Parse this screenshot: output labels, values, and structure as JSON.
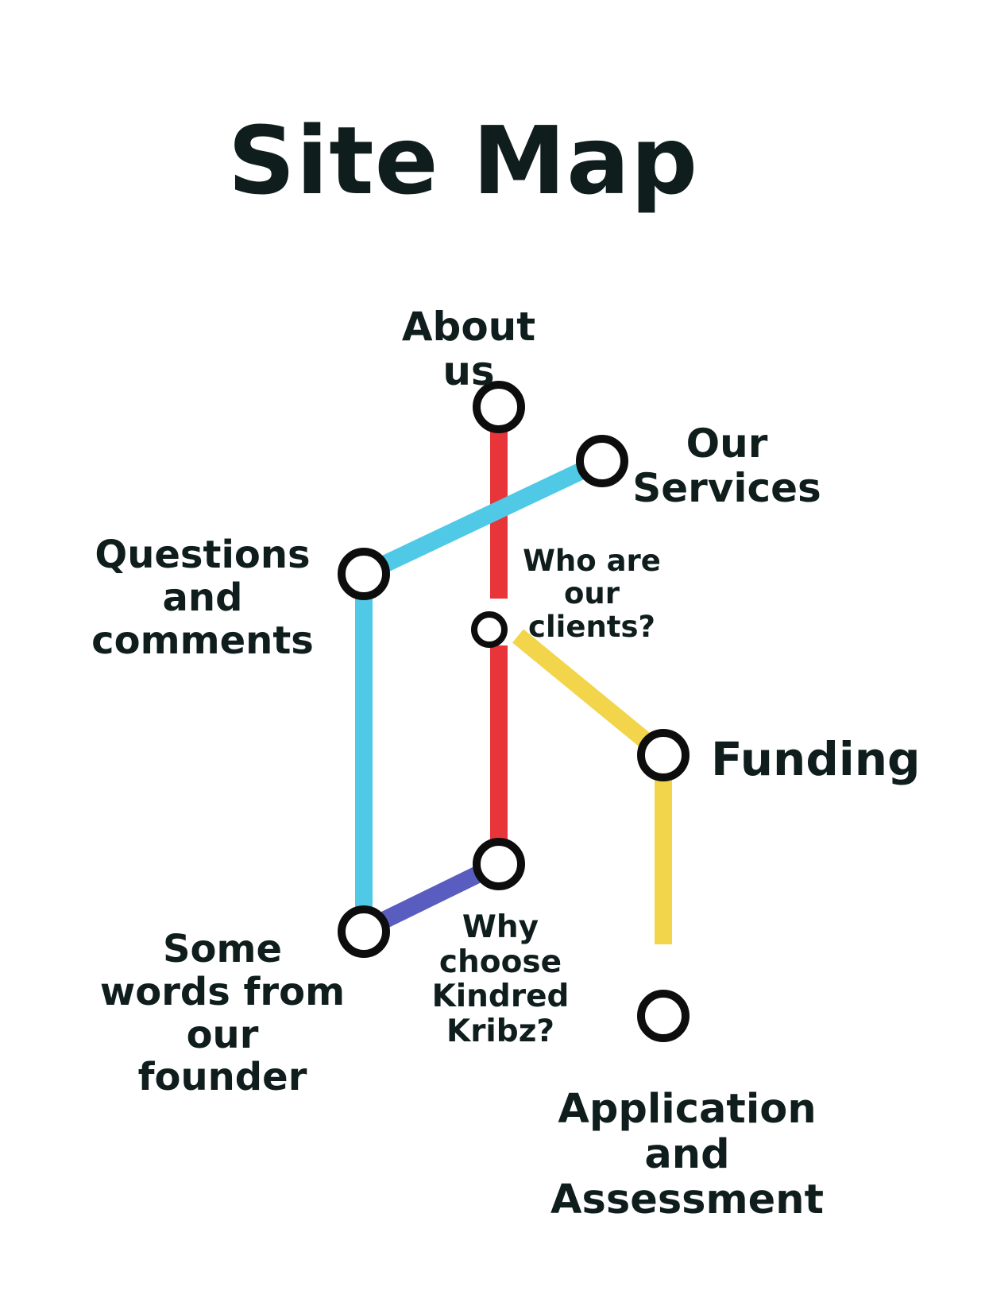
{
  "title": "Site Map",
  "nodes": {
    "about_us": "About us",
    "our_services": "Our\nServices",
    "questions": "Questions\nand\ncomments",
    "who_clients": "Who are\nour\nclients?",
    "funding": "Funding",
    "founder": "Some\nwords from\nour\nfounder",
    "why_choose": "Why\nchoose\nKindred\nKribz?",
    "application": "Application\nand\nAssessment"
  },
  "colors": {
    "red_line": "#e8353a",
    "blue_line": "#4fc9e6",
    "yellow_line": "#f2d54a",
    "purple_line": "#5a5dc0",
    "station_stroke": "#0d0d0d",
    "text": "#0f1d1d"
  }
}
